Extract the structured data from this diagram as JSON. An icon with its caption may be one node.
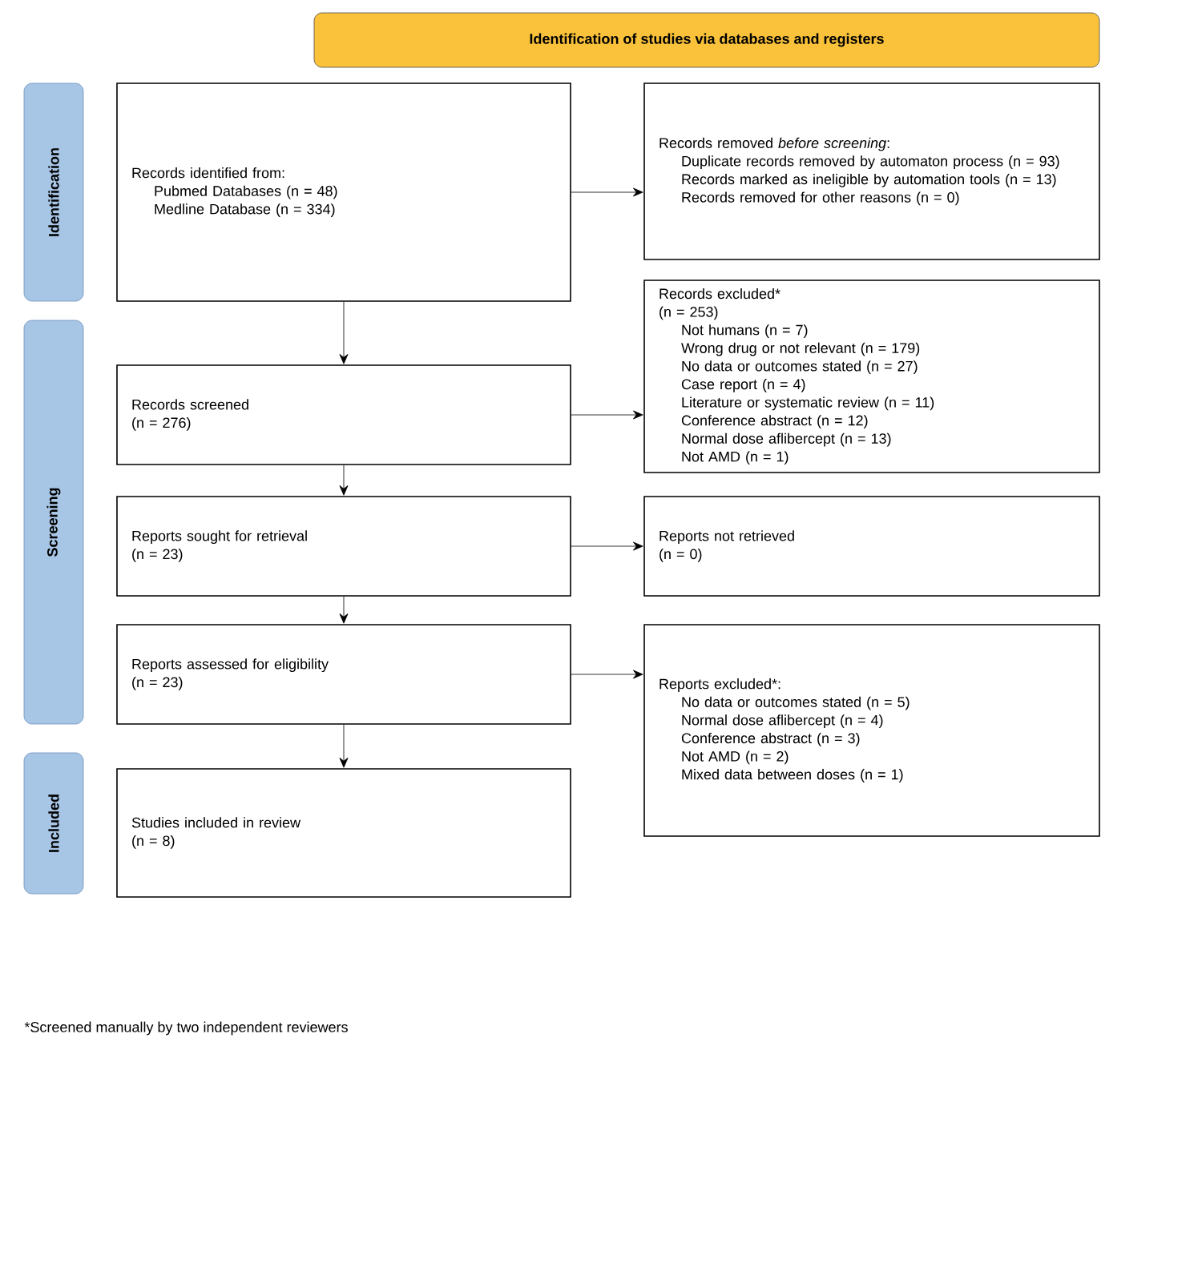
{
  "diagram": {
    "nodes": [
      {
        "text": [
          "Identification of studies via databases and registers"
        ]
      },
      {
        "text": [
          "Identification"
        ]
      },
      {
        "text": [
          "Screening"
        ]
      },
      {
        "text": [
          "Records identified from:",
          "Pubmed Databases (n = 48)",
          "Medline Database (n = 334)"
        ]
      },
      {
        "text": [
          "Records removed *before screening*:",
          "Duplicate records removed by automaton process (n = 93)",
          "Records marked as ineligible by automation tools (n = 13)",
          "Records removed for other reasons (n = 0)"
        ]
      },
      {
        "text": [
          "Records screened",
          "(n = 276)"
        ]
      },
      {
        "text": [
          "Records excluded*",
          "(n = 253)",
          "Not humans (n = 7)",
          "Wrong drug or not relevant (n = 179)",
          "No data or outcomes stated (n = 27)",
          "Case report (n = 4)",
          "Literature or systematic review (n = 11)",
          "Conference abstract (n = 12)",
          "Normal dose aflibercept (n = 13)",
          "Not AMD (n = 1)"
        ]
      },
      {
        "text": [
          "Reports sought for retrieval",
          "(n = 23)"
        ]
      },
      {
        "text": [
          "Reports not retrieved",
          "(n = 0)"
        ]
      },
      {
        "text": [
          "Reports assessed for eligibility",
          "(n = 23)"
        ]
      },
      {
        "text": [
          "Reports excluded*:",
          "No data or outcomes stated (n = 5)",
          "Normal dose aflibercept (n = 4)",
          "Conference abstract (n = 3)",
          "Not AMD (n = 2)",
          "Mixed data between doses (n = 1)"
        ]
      },
      {
        "text": [
          "Included"
        ]
      },
      {
        "text": [
          "Studies included in review",
          "(n = 8)"
        ]
      }
    ],
    "edges": [
      {
        "from": 3,
        "to": 4,
        "arrow": "to"
      },
      {
        "from": 3,
        "to": 5,
        "arrow": "to"
      },
      {
        "from": 5,
        "to": 6,
        "arrow": "to"
      },
      {
        "from": 5,
        "to": 7,
        "arrow": "to"
      },
      {
        "from": 7,
        "to": 8,
        "arrow": "to"
      },
      {
        "from": 7,
        "to": 9,
        "arrow": "to"
      },
      {
        "from": 9,
        "to": 10,
        "arrow": "to"
      },
      {
        "from": 9,
        "to": 12,
        "arrow": "to"
      }
    ],
    "labels": [
      "*Screened manually by two independent reviewers"
    ]
  }
}
